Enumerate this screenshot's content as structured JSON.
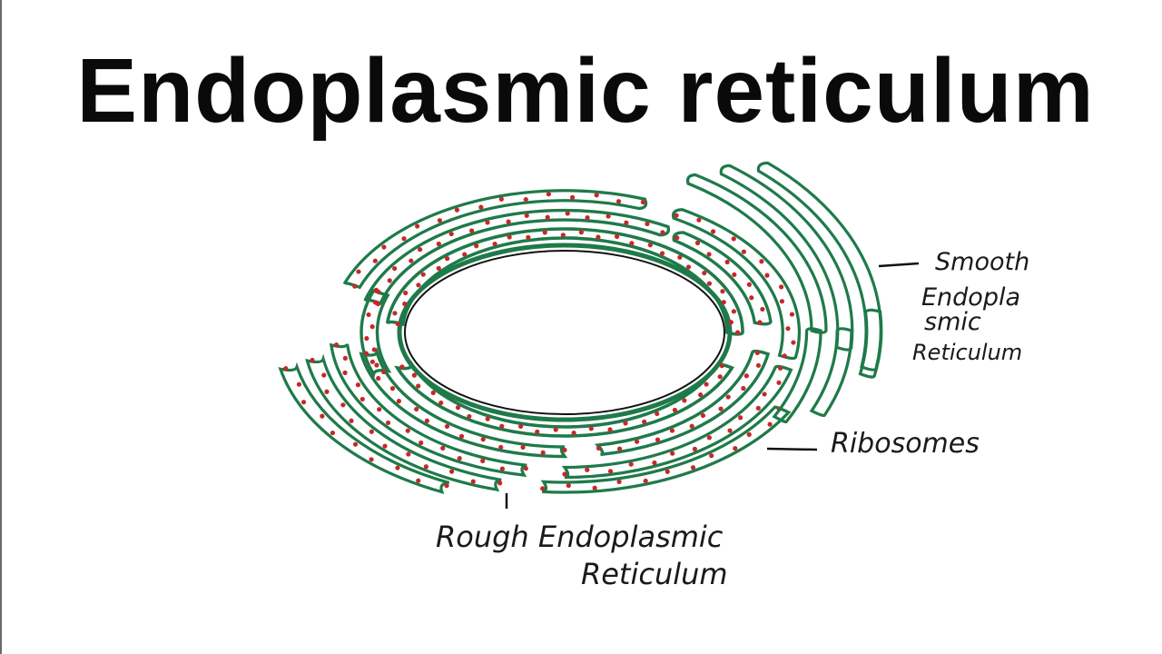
{
  "title": "Endoplasmic reticulum",
  "colors": {
    "membrane": "#1f7a4a",
    "ribosome": "#c62828",
    "ink": "#1a1a1a",
    "background": "#ffffff"
  },
  "labels": {
    "smooth": [
      "Smooth",
      "Endopla",
      "smic",
      "Reticulum"
    ],
    "ribosomes": "Ribosomes",
    "rough": [
      "Rough Endoplasmic",
      "Reticulum"
    ]
  }
}
